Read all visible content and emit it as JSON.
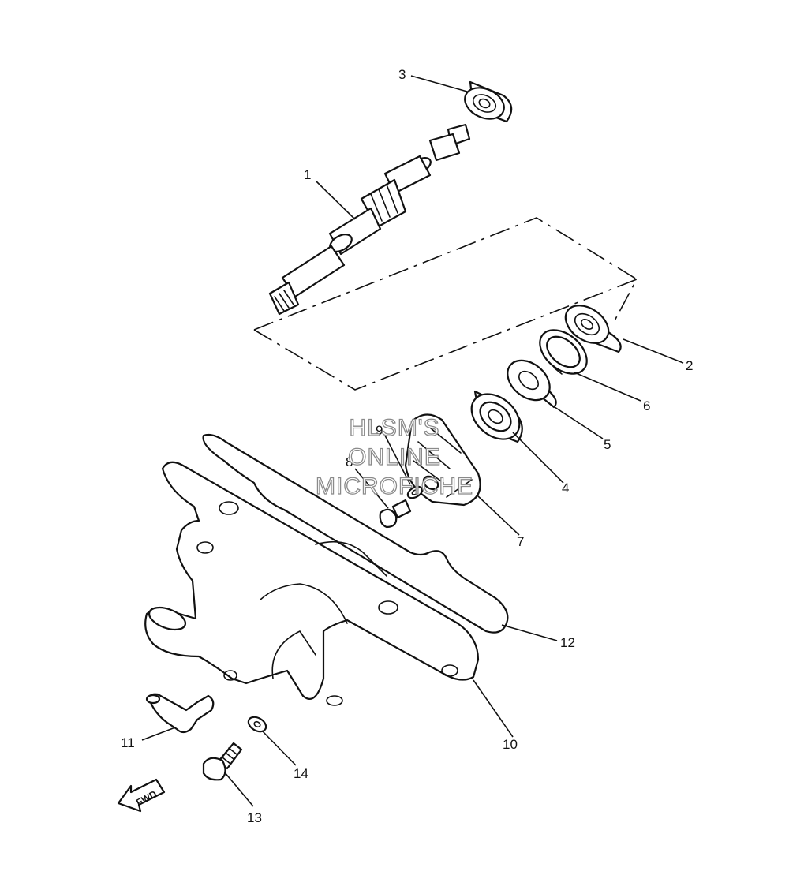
{
  "diagram": {
    "callouts": [
      {
        "id": "1",
        "label": "1"
      },
      {
        "id": "2",
        "label": "2"
      },
      {
        "id": "3",
        "label": "3"
      },
      {
        "id": "4",
        "label": "4"
      },
      {
        "id": "5",
        "label": "5"
      },
      {
        "id": "6",
        "label": "6"
      },
      {
        "id": "7",
        "label": "7"
      },
      {
        "id": "8",
        "label": "8"
      },
      {
        "id": "9",
        "label": "9"
      },
      {
        "id": "10",
        "label": "10"
      },
      {
        "id": "11",
        "label": "11"
      },
      {
        "id": "12",
        "label": "12"
      },
      {
        "id": "13",
        "label": "13"
      },
      {
        "id": "14",
        "label": "14"
      }
    ],
    "fwd_label": "FWD",
    "watermark": [
      "HLSM'S",
      "ONLINE",
      "MICROFICHE"
    ]
  },
  "colors": {
    "line": "#111111",
    "background": "#ffffff",
    "watermark": "#8a8a8a"
  }
}
